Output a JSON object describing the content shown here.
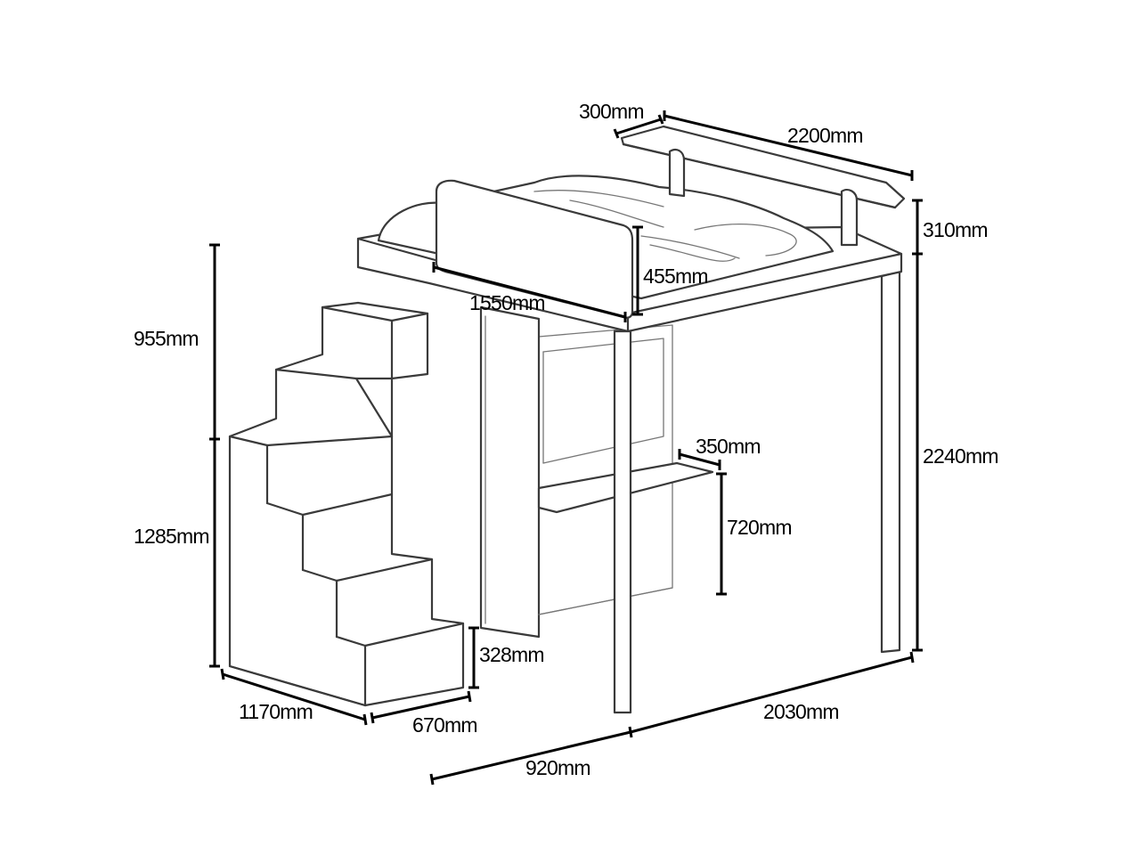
{
  "dimensions": {
    "shelf_depth": "300mm",
    "shelf_length": "2200mm",
    "shelf_height": "310mm",
    "guard_height": "455mm",
    "guard_length": "1550mm",
    "upper_stair_height": "955mm",
    "lower_stair_height": "1285mm",
    "desk_depth": "350mm",
    "desk_height": "720mm",
    "total_height": "2240mm",
    "step_height": "328mm",
    "stair_depth": "1170mm",
    "stair_width": "670mm",
    "bed_width": "920mm",
    "bed_length": "2030mm"
  }
}
